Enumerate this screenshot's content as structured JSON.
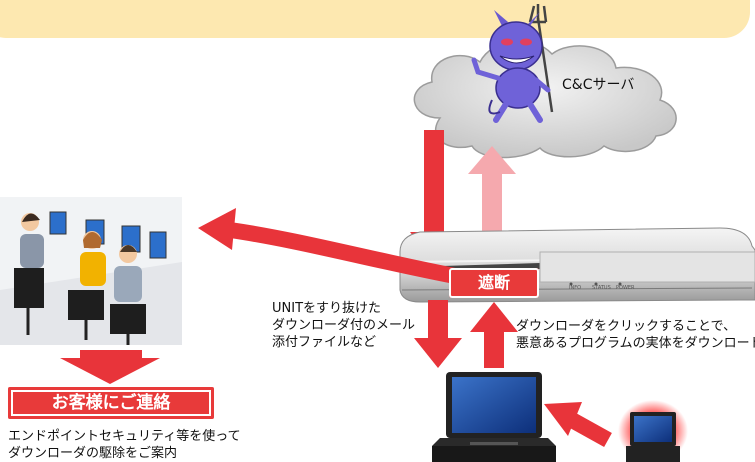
{
  "server": {
    "label": "C&Cサーバ"
  },
  "appliance": {
    "block_label": "遮断",
    "led_labels": [
      "INFO",
      "STATUS",
      "POWER"
    ]
  },
  "notes": {
    "unit_line1": "UNITをすり抜けた",
    "unit_line2": "ダウンローダ付のメール",
    "unit_line3": "添付ファイルなど",
    "download_line1": "ダウンローダをクリックすることで、",
    "download_line2": "悪意あるプログラムの実体をダウンロード"
  },
  "contact": {
    "label": "お客様にご連絡"
  },
  "endpoint": {
    "line1": "エンドポイントセキュリティ等を使って",
    "line2": "ダウンローダの駆除をご案内"
  },
  "colors": {
    "arrow": "#e8343a",
    "arrow_light": "#f5a9ae",
    "banner": "#fde8b0",
    "cloud": "#d9d9d9"
  }
}
